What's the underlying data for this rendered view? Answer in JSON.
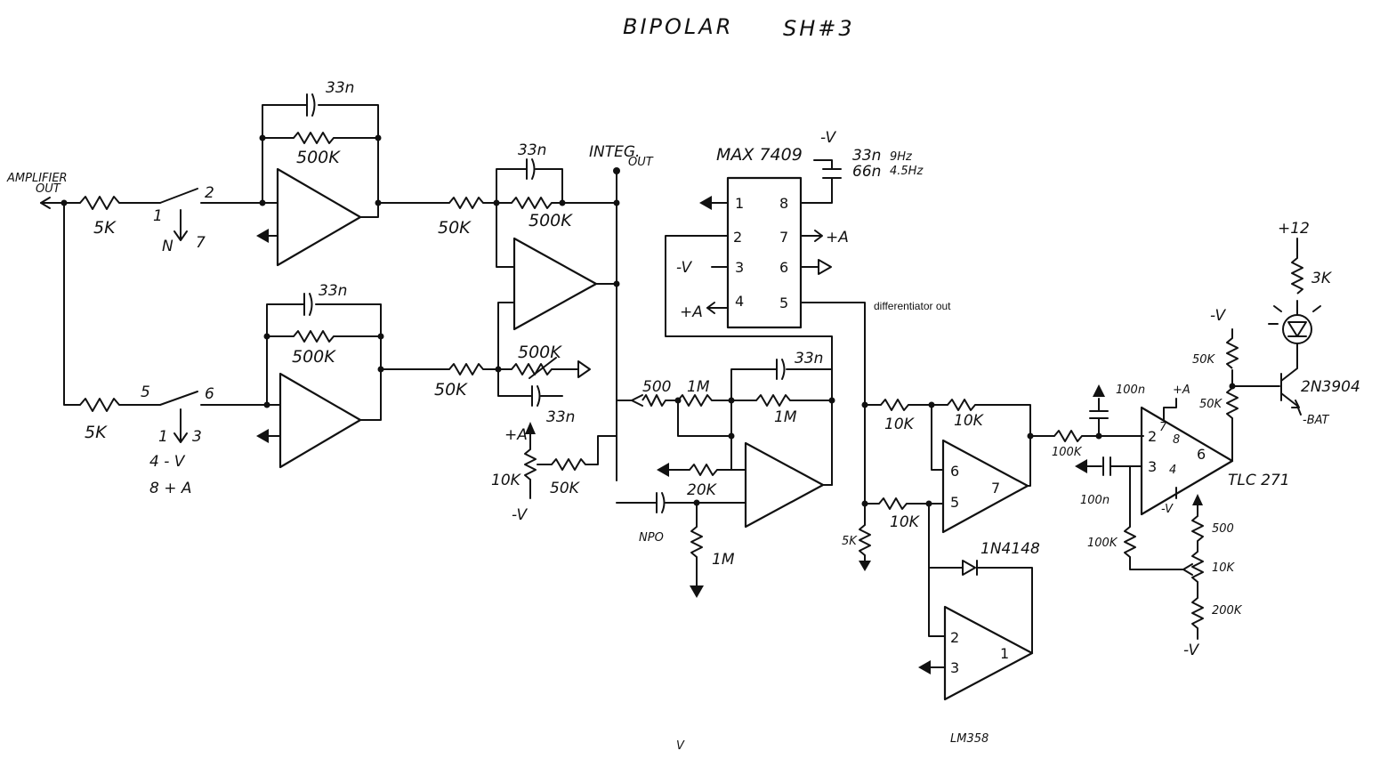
{
  "title": {
    "main": "BIPOLAR",
    "sheet": "SH#3"
  },
  "input": {
    "label_line1": "AMPLIFIER",
    "label_line2": "OUT"
  },
  "resistors": {
    "r_in_top": "5K",
    "r_in_bot": "5K",
    "r_fb_top": "500K",
    "r_fb_bot": "500K",
    "r_sum_top": "50K",
    "r_sum_bot": "50K",
    "r_int_fb": "500K",
    "r_int_bias": "500K",
    "pot_offset": "10K",
    "r_offset": "50K",
    "r_hp_500": "500",
    "r_hp_1m_a": "1M",
    "r_hp_1m_b": "1M",
    "r_hp_20k": "20K",
    "r_hp_gnd": "1M",
    "r_diff_top_in": "10K",
    "r_diff_fb": "10K",
    "r_diff_bot_in": "10K",
    "r_diff_gnd": "5K",
    "r_comp_in": "100K",
    "r_comp_bias": "100K",
    "r_ref_500": "500",
    "pot_ref": "10K",
    "r_ref_200k": "200K",
    "r_led": "3K",
    "r_base_a": "50K",
    "r_base_b": "50K"
  },
  "capacitors": {
    "c_top_fb": "33n",
    "c_bot_fb": "33n",
    "c_int_fb": "33n",
    "c_int_bias": "33n",
    "c_hp_fb": "33n",
    "c_hp_in": "NPO",
    "c_clock_a": "33n",
    "c_clock_b": "66n",
    "c_comp_a": "100n",
    "c_comp_b": "100n"
  },
  "switches": {
    "sw_top_pin_a": "1",
    "sw_top_pin_b": "2",
    "sw_top_ctrl": "N",
    "sw_top_ctrl_pin": "7",
    "sw_bot_pin_a": "5",
    "sw_bot_pin_b": "6",
    "sw_bot_ctrl": "1",
    "sw_bot_ctrl_pin": "3",
    "sw_power_1": "4 - V",
    "sw_power_2": "8 + A"
  },
  "nodes": {
    "integ_out_1": "INTEG.",
    "integ_out_2": "OUT",
    "diff_out": "differentiator out"
  },
  "chip": {
    "name": "MAX 7409",
    "supply": "-V",
    "clock_note_a": "9Hz",
    "clock_note_b": "4.5Hz",
    "pins": [
      "1",
      "2",
      "3",
      "4",
      "5",
      "6",
      "7",
      "8"
    ],
    "pin3_label": "-V",
    "pin4_label": "+A",
    "pin7_label": "+A"
  },
  "rails": {
    "pos_a": "+A",
    "neg_v": "-V",
    "plus12": "+12",
    "neg_bat": "-BAT"
  },
  "opamp_pins": {
    "diff_in_a": "6",
    "diff_in_b": "5",
    "diff_out": "7",
    "rect_in_a": "2",
    "rect_in_b": "3",
    "rect_out": "1",
    "comp_in_a": "2",
    "comp_in_b": "3",
    "comp_out": "6",
    "comp_pin7": "7",
    "comp_pin8": "8",
    "comp_pin4": "4"
  },
  "parts": {
    "diode": "1N4148",
    "transistor": "2N3904",
    "comparator": "TLC 271",
    "dual_opamp": "LM358"
  },
  "stray": {
    "mark": "V"
  }
}
